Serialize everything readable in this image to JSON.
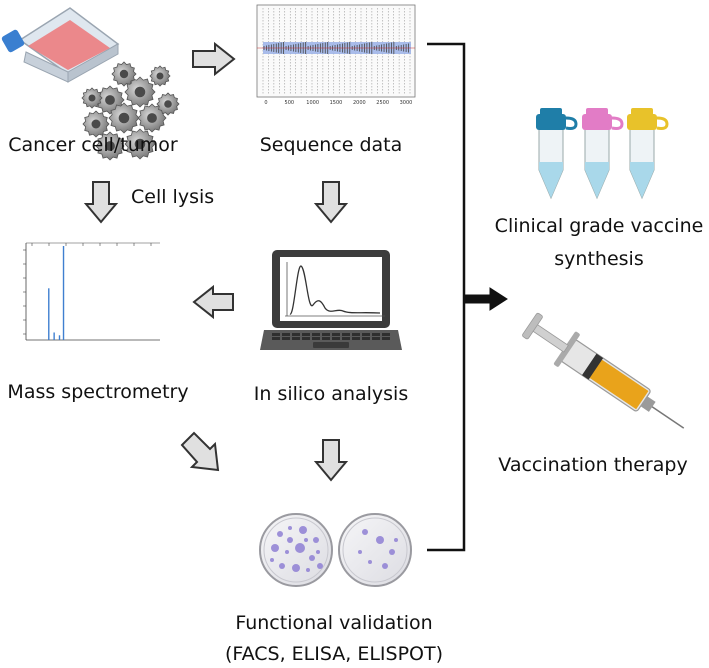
{
  "labels": {
    "cancer": "Cancer cell/tumor",
    "sequence": "Sequence data",
    "cell_lysis": "Cell lysis",
    "mass_spec": "Mass spectrometry",
    "in_silico": "In silico analysis",
    "clinical_line1": "Clinical grade vaccine",
    "clinical_line2": "synthesis",
    "vaccination": "Vaccination therapy",
    "functional_line1": "Functional validation",
    "functional_line2": "(FACS, ELISA, ELISPOT)"
  },
  "sequence_plot_ticks": [
    "0",
    "500",
    "1000",
    "1500",
    "2000",
    "2500",
    "3000"
  ],
  "spectrum_peaks": [
    {
      "mz": 0.28,
      "intensity": 1.0
    },
    {
      "mz": 0.17,
      "intensity": 0.55
    },
    {
      "mz": 0.21,
      "intensity": 0.08
    },
    {
      "mz": 0.25,
      "intensity": 0.05
    }
  ],
  "colors": {
    "arrow_fill": "#e0e0e0",
    "arrow_stroke": "#333333",
    "tube_caps": [
      "#1f7ea8",
      "#e27cc6",
      "#e8c22a"
    ],
    "tube_liquid": "#a9d8ea",
    "flask_media": "#ec7d7f",
    "flask_cap": "#3a7fd0",
    "syringe_liquid": "#e9a31b",
    "colony": "#8e7fd4"
  },
  "icons": [
    "flask-icon",
    "tumor-cells-icon",
    "laptop-icon",
    "petri-dish-icon",
    "test-tube-icon",
    "syringe-icon"
  ]
}
